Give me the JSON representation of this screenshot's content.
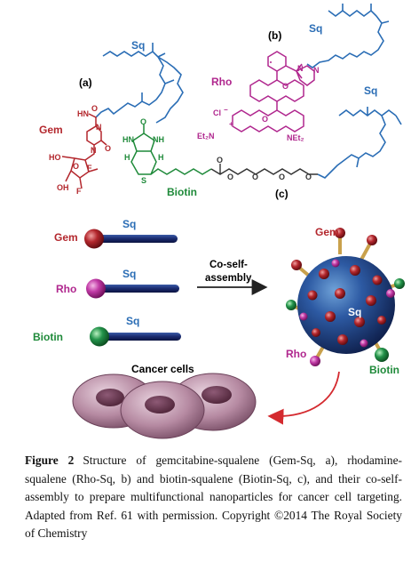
{
  "structures": {
    "a": {
      "tag": "(a)",
      "sq": "Sq",
      "gem": "Gem",
      "atoms": {
        "o1": "O",
        "o2": "O",
        "o3": "O",
        "nh": "HN",
        "n1": "N",
        "n2": "N",
        "ho": "HO",
        "oh": "OH",
        "f1": "F",
        "f2": "F"
      }
    },
    "b": {
      "tag": "(b)",
      "sq": "Sq",
      "rho": "Rho",
      "atoms": {
        "cl": "Cl",
        "minus": "−",
        "plus": "+",
        "net2a": "Et₂N",
        "net2b": "NEt₂",
        "o1": "O",
        "o2": "O",
        "n1": "N",
        "n2": "N"
      }
    },
    "c": {
      "tag": "(c)",
      "sq": "Sq",
      "biotin": "Biotin",
      "atoms": {
        "o": "O",
        "hn1": "HN",
        "nh": "NH",
        "h1": "H",
        "h2": "H",
        "s": "S",
        "o1": "O",
        "o2": "O",
        "o3": "O",
        "o4": "O",
        "o5": "O"
      }
    }
  },
  "scheme": {
    "gem_label": "Gem",
    "rho_label": "Rho",
    "biotin_label": "Biotin",
    "sq_label": "Sq",
    "arrow_label_1": "Co-self-",
    "arrow_label_2": "assembly",
    "np_gem": "Gem",
    "np_rho": "Rho",
    "np_biotin": "Biotin",
    "np_sq": "Sq",
    "cancer_cells": "Cancer cells"
  },
  "colors": {
    "gem": "#b3272d",
    "rho": "#b0278e",
    "biotin": "#1f8a3a",
    "sq": "#2a6db5",
    "navy": "#1a2a6e",
    "np": "#1e3f86"
  },
  "caption": {
    "label": "Figure 2",
    "text": "Structure of gemcitabine-squalene (Gem-Sq, a), rhodamine-squalene (Rho-Sq, b) and biotin-squalene (Biotin-Sq, c), and their co-self-assembly to prepare multifunctional nanoparticles for cancer cell targeting. Adapted from Ref. 61 with permission. Copyright ©2014 The Royal Society of Chemistry"
  }
}
